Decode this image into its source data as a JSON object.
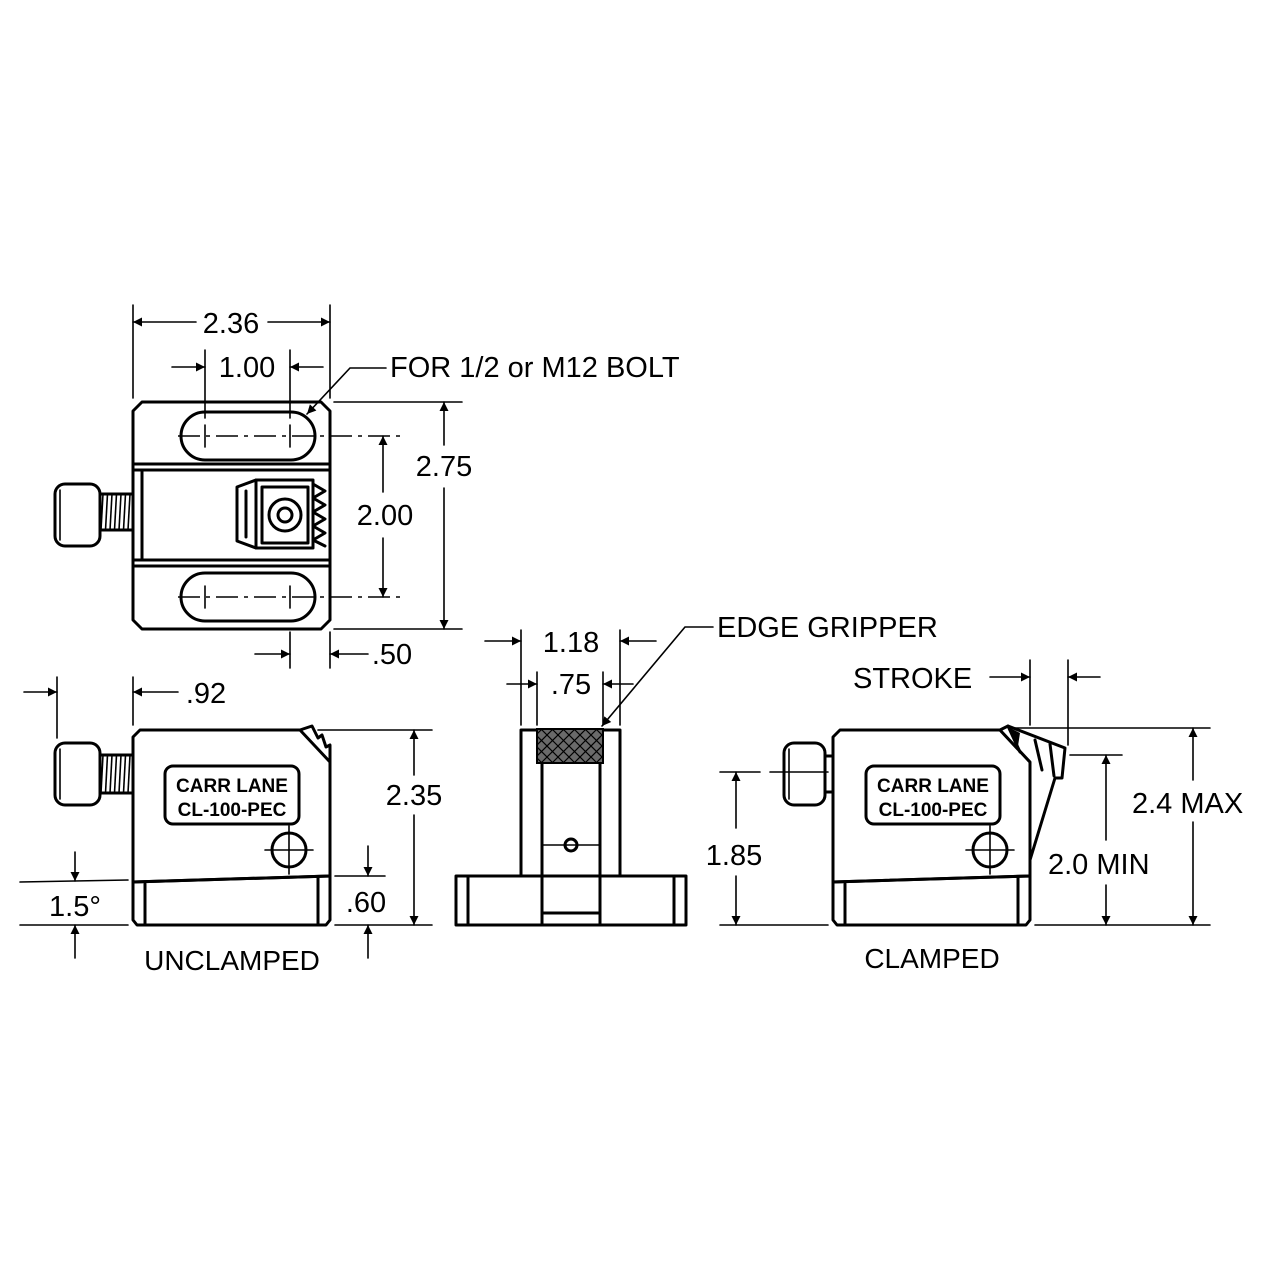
{
  "top_view": {
    "dim_width": "2.36",
    "dim_slot_spacing": "1.00",
    "note_bolt": "FOR 1/2 or M12 BOLT",
    "dim_height": "2.75",
    "dim_slot_center": "2.00",
    "dim_offset": ".50"
  },
  "unclamped_view": {
    "dim_screw": ".92",
    "dim_height": "2.35",
    "dim_angle": "1.5°",
    "dim_base": ".60",
    "plate_line1": "CARR LANE",
    "plate_line2": "CL-100-PEC",
    "caption": "UNCLAMPED"
  },
  "end_view": {
    "dim_outer": "1.18",
    "dim_inner": ".75",
    "note": "EDGE GRIPPER"
  },
  "clamped_view": {
    "label_stroke": "STROKE",
    "dim_jaw": "1.85",
    "dim_max": "2.4 MAX",
    "dim_min": "2.0 MIN",
    "plate_line1": "CARR LANE",
    "plate_line2": "CL-100-PEC",
    "caption": "CLAMPED"
  },
  "icons": [
    "arrowhead-icon",
    "crosshair-screw-icon",
    "socket-head-cap-screw-icon"
  ]
}
